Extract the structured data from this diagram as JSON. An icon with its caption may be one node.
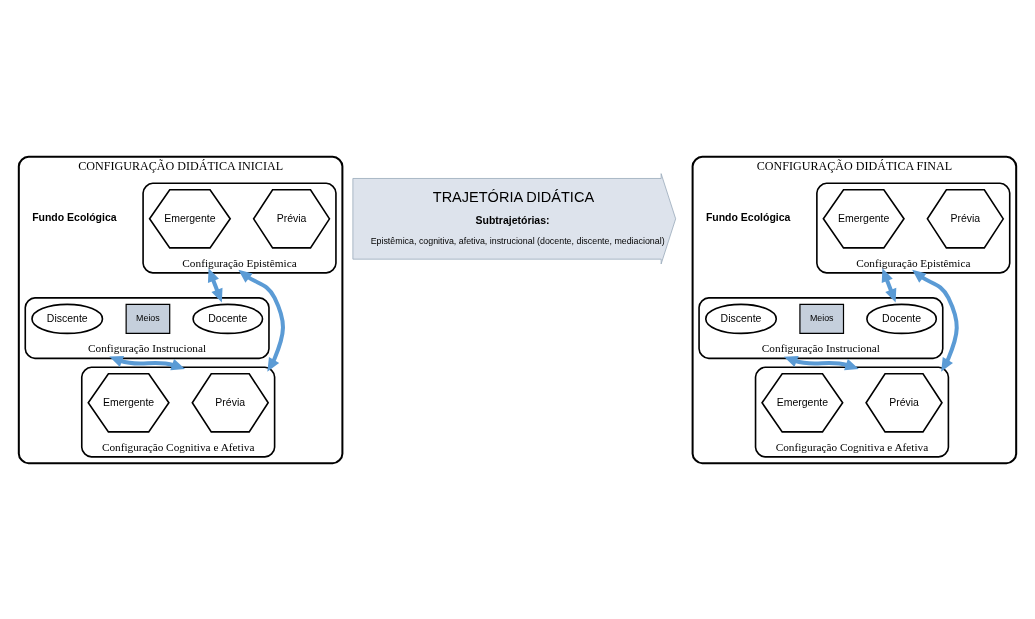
{
  "diagram": {
    "nodes": [
      {
        "text": [
          "CONFIGURAÇÃO DIDÁTICA INICIAL"
        ]
      },
      {
        "text": [
          "Configuração Epistêmica"
        ],
        "in": 0
      },
      {
        "text": [
          "Prévia"
        ],
        "in": 1
      },
      {
        "text": [
          "Emergente"
        ],
        "in": 1
      },
      {
        "text": [
          "Configuração Instrucional"
        ],
        "in": 0
      },
      {
        "text": [
          "Docente"
        ],
        "in": 4
      },
      {
        "text": [
          "Meios"
        ],
        "in": 4
      },
      {
        "text": [
          "Discente"
        ],
        "in": 4
      },
      {
        "text": [
          "Configuração Cognitiva e Afetiva"
        ],
        "in": 0
      },
      {
        "text": [
          "Prévia"
        ],
        "in": 8
      },
      {
        "text": [
          "Emergente"
        ],
        "in": 8
      },
      {
        "text": [
          "TRAJETÓRIA DIDÁTICA",
          "Subtrajetórias:",
          "Epistêmica, cognitiva, afetiva, instrucional (docente, discente, mediacional)"
        ]
      },
      {
        "text": [
          "CONFIGURAÇÃO DIDÁTICA FINAL"
        ]
      },
      {
        "text": [
          "Configuração Epistêmica"
        ],
        "in": 12
      },
      {
        "text": [
          "Prévia"
        ],
        "in": 13
      },
      {
        "text": [
          "Emergente"
        ],
        "in": 13
      },
      {
        "text": [
          "Configuração Instrucional"
        ],
        "in": 12
      },
      {
        "text": [
          "Docente"
        ],
        "in": 16
      },
      {
        "text": [
          "Meios"
        ],
        "in": 16
      },
      {
        "text": [
          "Discente"
        ],
        "in": 16
      },
      {
        "text": [
          "Configuração Cognitiva e Afetiva"
        ],
        "in": 12
      },
      {
        "text": [
          "Prévia"
        ],
        "in": 20
      },
      {
        "text": [
          "Emergente"
        ],
        "in": 20
      }
    ],
    "edges": [
      {
        "from": 1,
        "to": 8,
        "arrow": "both"
      },
      {
        "from": 1,
        "to": 4,
        "arrow": "both"
      },
      {
        "from": 4,
        "to": 8,
        "arrow": "both"
      },
      {
        "from": 13,
        "to": 20,
        "arrow": "both"
      },
      {
        "from": 13,
        "to": 16,
        "arrow": "both"
      },
      {
        "from": 16,
        "to": 20,
        "arrow": "both"
      }
    ],
    "labels": [
      "Fundo Ecológica",
      "Fundo Ecológica"
    ]
  }
}
